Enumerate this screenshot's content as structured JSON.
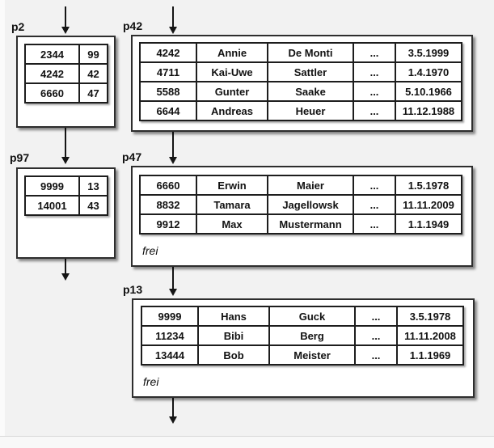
{
  "palette": {
    "background": "#f2f2f2",
    "edge_strip": "#fbfbfb",
    "bottom_band": "#f8f8f8",
    "divider": "#d8d8d8",
    "box_fill": "#ffffff",
    "ink": "#1d1d1d"
  },
  "icons": {
    "flow_arrow": "flow-arrow-down-icon"
  },
  "boxes": {
    "p2": {
      "label": "p2",
      "rows": [
        [
          "2344",
          "99"
        ],
        [
          "4242",
          "42"
        ],
        [
          "6660",
          "47"
        ]
      ]
    },
    "p42": {
      "label": "p42",
      "rows": [
        [
          "4242",
          "Annie",
          "De Monti",
          "...",
          "3.5.1999"
        ],
        [
          "4711",
          "Kai-Uwe",
          "Sattler",
          "...",
          "1.4.1970"
        ],
        [
          "5588",
          "Gunter",
          "Saake",
          "...",
          "5.10.1966"
        ],
        [
          "6644",
          "Andreas",
          "Heuer",
          "...",
          "11.12.1988"
        ]
      ]
    },
    "p97": {
      "label": "p97",
      "rows": [
        [
          "9999",
          "13"
        ],
        [
          "14001",
          "43"
        ]
      ]
    },
    "p47": {
      "label": "p47",
      "rows": [
        [
          "6660",
          "Erwin",
          "Maier",
          "...",
          "1.5.1978"
        ],
        [
          "8832",
          "Tamara",
          "Jagellowsk",
          "...",
          "11.11.2009"
        ],
        [
          "9912",
          "Max",
          "Mustermann",
          "...",
          "1.1.1949"
        ]
      ],
      "footer": "frei"
    },
    "p13": {
      "label": "p13",
      "rows": [
        [
          "9999",
          "Hans",
          "Guck",
          "...",
          "3.5.1978"
        ],
        [
          "11234",
          "Bibi",
          "Berg",
          "...",
          "11.11.2008"
        ],
        [
          "13444",
          "Bob",
          "Meister",
          "...",
          "1.1.1969"
        ]
      ],
      "footer": "frei"
    }
  }
}
